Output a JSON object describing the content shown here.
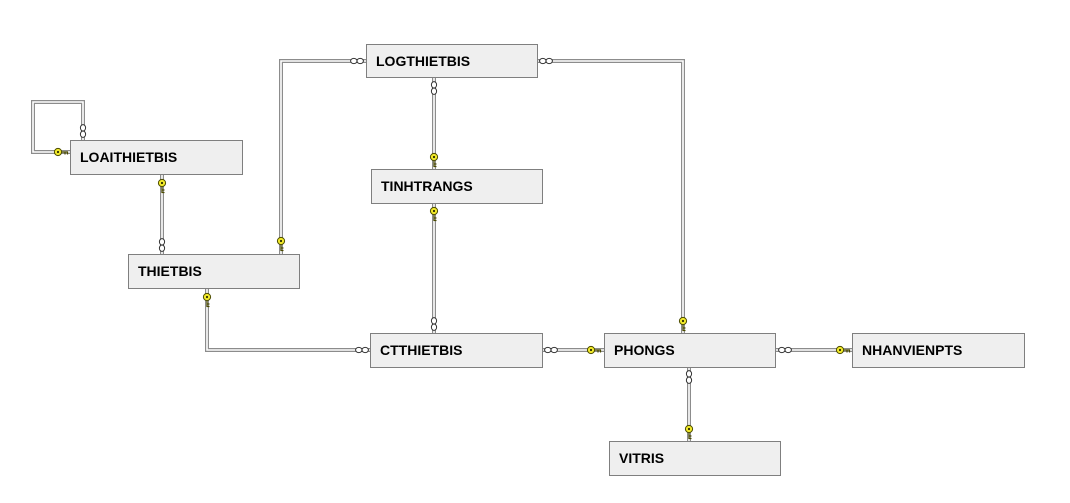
{
  "tables": {
    "logthietbis": "LOGTHIETBIS",
    "loaithietbis": "LOAITHIETBIS",
    "tinhtrangs": "TINHTRANGS",
    "thietbis": "THIETBIS",
    "ctthietbis": "CTTHIETBIS",
    "phongs": "PHONGS",
    "nhanvienpts": "NHANVIENPTS",
    "vitris": "VITRIS"
  },
  "relationships": [
    {
      "one": "LOAITHIETBIS",
      "many": "LOAITHIETBIS"
    },
    {
      "one": "LOAITHIETBIS",
      "many": "THIETBIS"
    },
    {
      "one": "THIETBIS",
      "many": "LOGTHIETBIS"
    },
    {
      "one": "TINHTRANGS",
      "many": "LOGTHIETBIS"
    },
    {
      "one": "PHONGS",
      "many": "LOGTHIETBIS"
    },
    {
      "one": "TINHTRANGS",
      "many": "CTTHIETBIS"
    },
    {
      "one": "THIETBIS",
      "many": "CTTHIETBIS"
    },
    {
      "one": "PHONGS",
      "many": "CTTHIETBIS"
    },
    {
      "one": "NHANVIENPTS",
      "many": "PHONGS"
    },
    {
      "one": "VITRIS",
      "many": "PHONGS"
    }
  ],
  "colors": {
    "table_fill": "#efefef",
    "table_border": "#7f7f7f",
    "line_outer": "#8c8c8c",
    "line_inner": "#ffffff",
    "key_fill": "#f2ea2a"
  }
}
